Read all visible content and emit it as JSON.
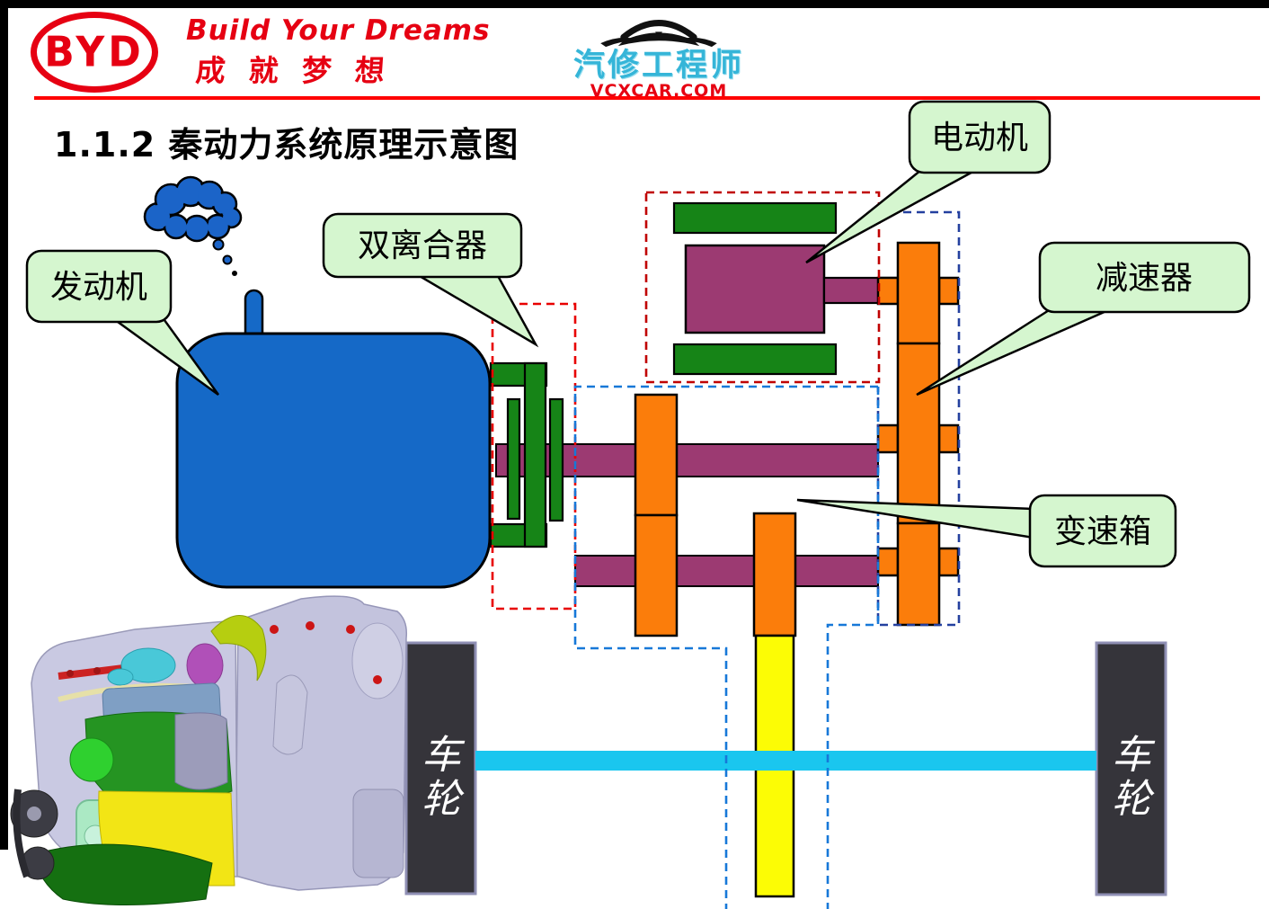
{
  "header": {
    "byd_logo_text": "BYD",
    "slogan_en": "Build Your Dreams",
    "slogan_cn": "成就梦想",
    "center_logo": {
      "name": "汽修工程师",
      "site": "VCXCAR.COM"
    }
  },
  "title": "1.1.2 秦动力系统原理示意图",
  "diagram": {
    "labels": {
      "engine": "发动机",
      "dual_clutch": "双离合器",
      "electric_motor": "电动机",
      "reducer": "减速器",
      "gearbox": "变速箱",
      "wheel_top": "车",
      "wheel_bottom": "轮"
    },
    "colors": {
      "header_red": "#e60012",
      "logo_cyan": "#35b5d8",
      "engine_blue": "#1569c7",
      "cloud_blue": "#1b64c8",
      "clutch_green": "#168417",
      "shaft_purple": "#9c3a72",
      "gear_orange": "#fb7d0b",
      "output_yellow": "#fcfc05",
      "axle_cyan": "#1ac6ef",
      "wheel_gray": "#35343a",
      "label_bubble_green": "#d5f6cf",
      "clutch_box_red": "#e80000",
      "motor_box_red": "#c00000",
      "reducer_box_navy": "#24409f",
      "gearbox_box_blue": "#1778d8"
    }
  }
}
